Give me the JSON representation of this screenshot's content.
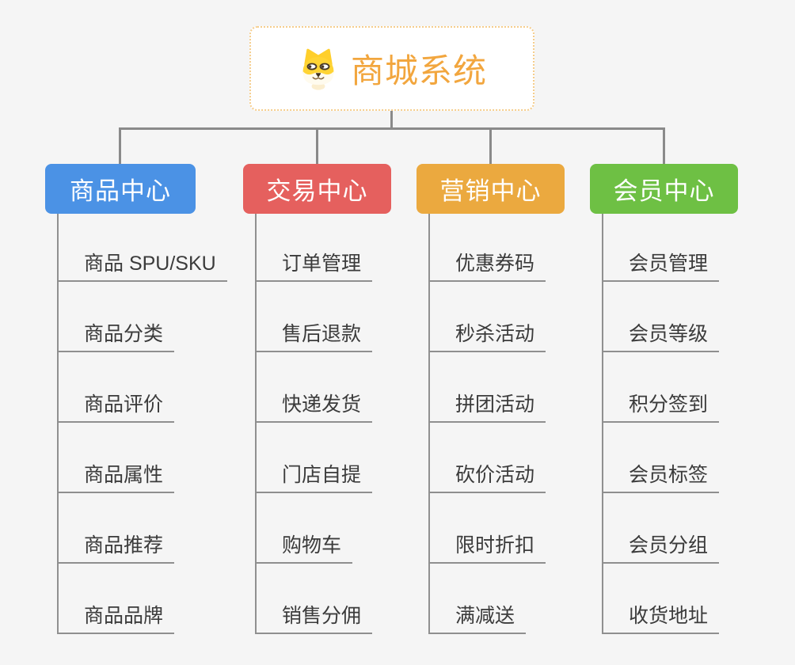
{
  "root": {
    "label": "商城系统",
    "icon": "dog-face-icon"
  },
  "branches": [
    {
      "label": "商品中心",
      "color": "#4B92E5",
      "children": [
        "商品 SPU/SKU",
        "商品分类",
        "商品评价",
        "商品属性",
        "商品推荐",
        "商品品牌"
      ]
    },
    {
      "label": "交易中心",
      "color": "#E5605E",
      "children": [
        "订单管理",
        "售后退款",
        "快递发货",
        "门店自提",
        "购物车",
        "销售分佣"
      ]
    },
    {
      "label": "营销中心",
      "color": "#EBA93F",
      "children": [
        "优惠券码",
        "秒杀活动",
        "拼团活动",
        "砍价活动",
        "限时折扣",
        "满减送"
      ]
    },
    {
      "label": "会员中心",
      "color": "#6EC044",
      "children": [
        "会员管理",
        "会员等级",
        "积分签到",
        "会员标签",
        "会员分组",
        "收货地址"
      ]
    }
  ],
  "colors": {
    "background": "#F5F5F5",
    "root_text": "#F2A63E",
    "root_border": "#F5CD8C",
    "connector": "#8A8A8A",
    "underline": "#8F8F8F",
    "child_text": "#3B3B3B"
  }
}
